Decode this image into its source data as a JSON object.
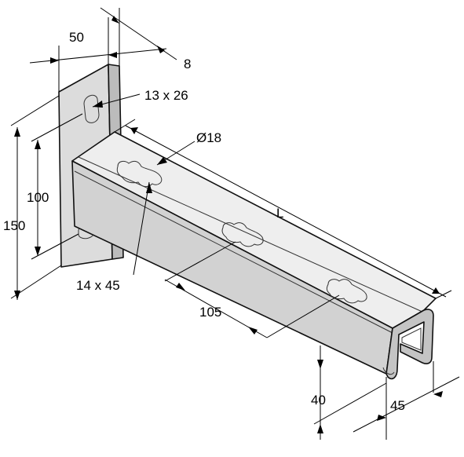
{
  "labels": {
    "flange_width": "50",
    "plate_thickness": "8",
    "slot_plate": "13 x 26",
    "hole_diameter": "Ø18",
    "inner_height": "100",
    "outer_height": "150",
    "length": "L",
    "slot_arm": "14 x 45",
    "slot_pitch": "105",
    "profile_height": "40",
    "profile_width": "45"
  },
  "colors": {
    "metal_top": "#eeeeee",
    "metal_side": "#d2d2d2",
    "metal_plate": "#dcdcdc",
    "metal_dark": "#9a9a9a",
    "line": "#000000"
  }
}
